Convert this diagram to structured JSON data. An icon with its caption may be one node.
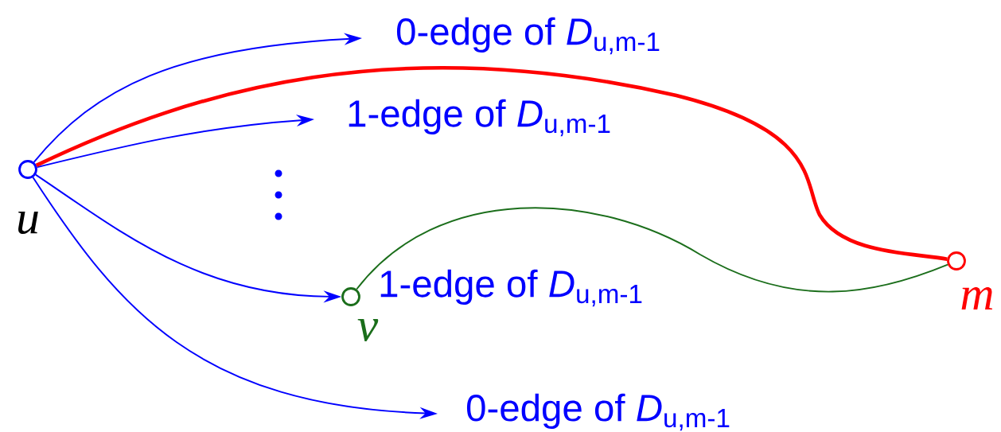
{
  "diagram": {
    "nodes": [
      {
        "text": [],
        "shape": "circle",
        "beside": [
          "u"
        ]
      },
      {
        "text": [],
        "shape": "circle",
        "beside": [
          "v"
        ]
      },
      {
        "text": [],
        "shape": "circle",
        "beside": [
          "m"
        ]
      }
    ],
    "edges": [
      {
        "from": 0,
        "to": null,
        "arrow": "to",
        "label": "0-edge of *D*$_{u,m-1}$"
      },
      {
        "from": 0,
        "to": null,
        "arrow": "to",
        "label": "1-edge of *D*$_{u,m-1}$"
      },
      {
        "from": 0,
        "to": 1,
        "arrow": "to",
        "label": "1-edge of *D*$_{u,m-1}$"
      },
      {
        "from": 0,
        "to": null,
        "arrow": "to",
        "label": "0-edge of *D*$_{u,m-1}$"
      },
      {
        "from": 0,
        "to": 2,
        "arrow": "none",
        "style": "thick",
        "color": "#ff0000"
      },
      {
        "from": 1,
        "to": 2,
        "arrow": "none",
        "color": "#1b6e1b"
      }
    ]
  }
}
